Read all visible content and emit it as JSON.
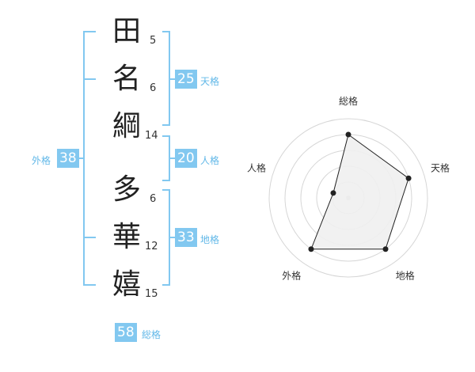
{
  "characters": [
    {
      "char": "田",
      "strokes": "5"
    },
    {
      "char": "名",
      "strokes": "6"
    },
    {
      "char": "綱",
      "strokes": "14"
    },
    {
      "char": "多",
      "strokes": "6"
    },
    {
      "char": "華",
      "strokes": "12"
    },
    {
      "char": "嬉",
      "strokes": "15"
    }
  ],
  "fortunes": {
    "tenkaku": {
      "label": "天格",
      "value": "25"
    },
    "jinkaku": {
      "label": "人格",
      "value": "20"
    },
    "chikaku": {
      "label": "地格",
      "value": "33"
    },
    "gaikaku": {
      "label": "外格",
      "value": "38"
    },
    "soukaku": {
      "label": "総格",
      "value": "58"
    }
  },
  "bracket_color": "#82c8f0",
  "chart_data": {
    "type": "radar",
    "axes": [
      "総格",
      "天格",
      "地格",
      "外格",
      "人格"
    ],
    "values": [
      4,
      4,
      4,
      4,
      1
    ],
    "max": 5,
    "rings": 5,
    "fill_color": "#f0f0f0",
    "line_color": "#222222"
  }
}
